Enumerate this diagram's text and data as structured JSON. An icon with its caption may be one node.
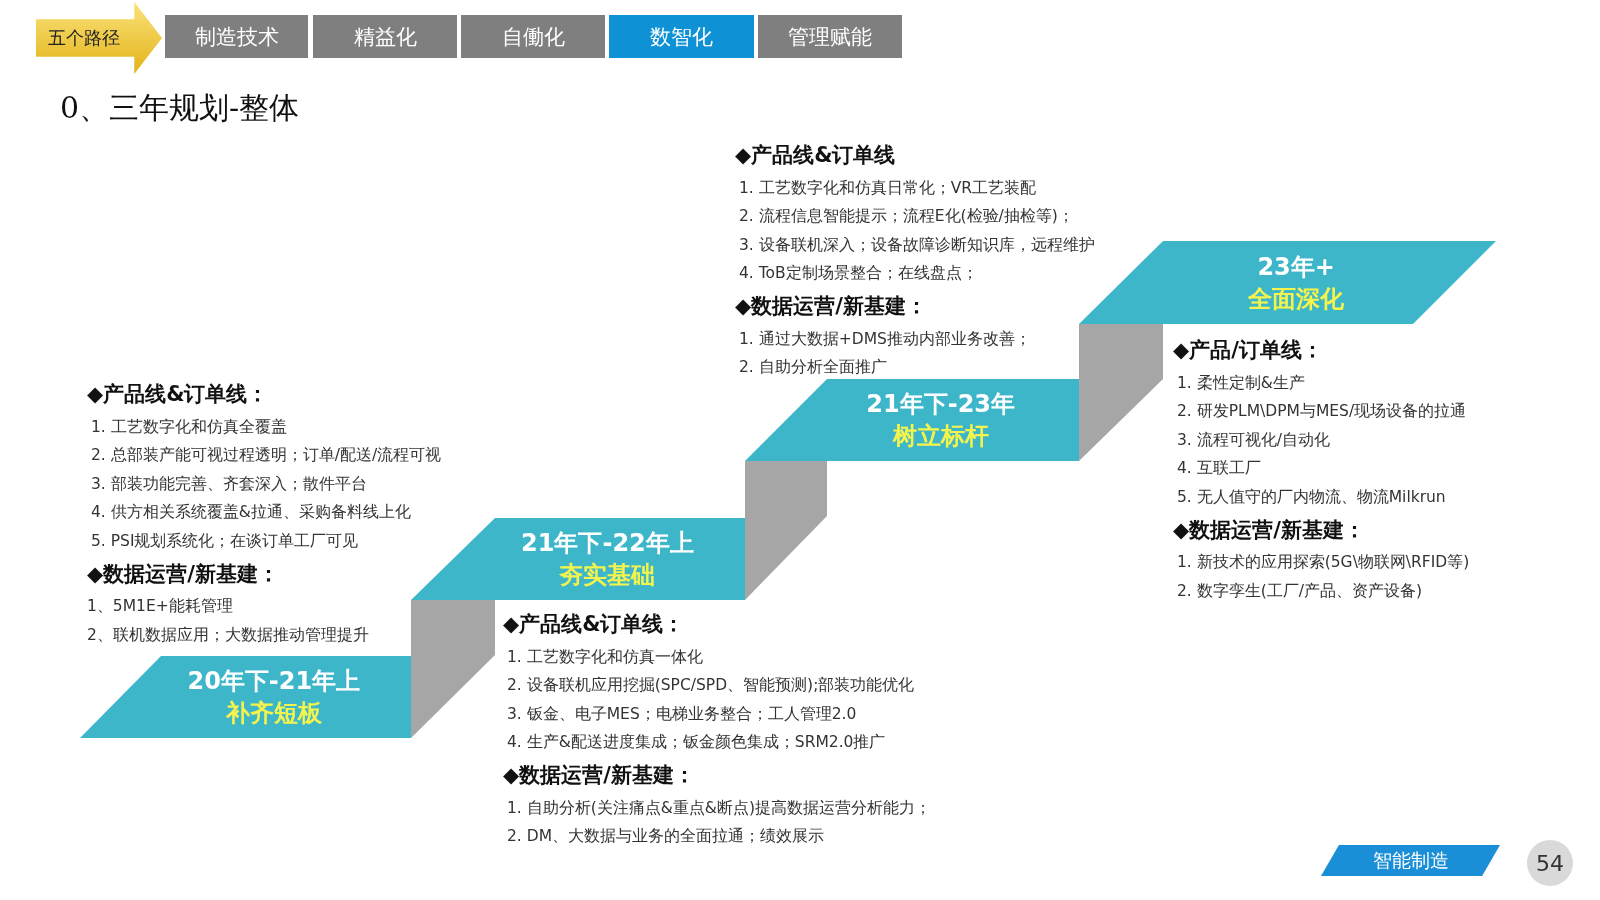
{
  "diagram": {
    "title": "0、三年规划-整体",
    "nodes": [
      {
        "text": [
          "五个路径"
        ]
      },
      {
        "text": [
          "制造技术"
        ]
      },
      {
        "text": [
          "精益化"
        ]
      },
      {
        "text": [
          "自働化"
        ]
      },
      {
        "text": [
          "数智化"
        ]
      },
      {
        "text": [
          "管理赋能"
        ]
      },
      {
        "text": [
          "20年下-21年上",
          "补齐短板"
        ]
      },
      {
        "text": [
          "21年下-22年上",
          "夯实基础"
        ]
      },
      {
        "text": [
          "21年下-23年",
          "树立标杆"
        ]
      },
      {
        "text": [
          "23年+",
          "全面深化"
        ]
      },
      {
        "text": [
          "智能制造"
        ]
      },
      {
        "text": [
          "54"
        ]
      }
    ],
    "labels": [
      "◆产品线&订单线",
      "1. 工艺数字化和仿真日常化；VR工艺装配",
      "2. 流程信息智能提示；流程E化(检验/抽检等)；",
      "3. 设备联机深入；设备故障诊断知识库，远程维护",
      "4. ToB定制场景整合；在线盘点；",
      "◆数据运营/新基建：",
      "1. 通过大数据+DMS推动内部业务改善；",
      "2. 自助分析全面推广",
      "◆产品/订单线：",
      "1. 柔性定制&生产",
      "2. 研发PLM\\DPM与MES/现场设备的拉通",
      "3. 流程可视化/自动化",
      "4. 互联工厂",
      "5. 无人值守的厂内物流、物流Milkrun",
      "◆数据运营/新基建：",
      "1. 新技术的应用探索(5G\\物联网\\RFID等)",
      "2. 数字孪生(工厂/产品、资产设备)",
      "◆产品线&订单线：",
      "1. 工艺数字化和仿真全覆盖",
      "2. 总部装产能可视过程透明；订单/配送/流程可视",
      "3. 部装功能完善、齐套深入；散件平台",
      "4. 供方相关系统覆盖&拉通、采购备料线上化",
      "5. PSI规划系统化；在谈订单工厂可见",
      "◆数据运营/新基建：",
      "1、5M1E+能耗管理",
      "2、联机数据应用；大数据推动管理提升",
      "◆产品线&订单线：",
      "1. 工艺数字化和仿真一体化",
      "2. 设备联机应用挖掘(SPC/SPD、智能预测);部装功能优化",
      "3. 钣金、电子MES；电梯业务整合；工人管理2.0",
      "4. 生产&配送进度集成；钣金颜色集成；SRM2.0推广",
      "◆数据运营/新基建：",
      "1. 自助分析(关注痛点&重点&断点)提高数据运营分析能力；",
      "2. DM、大数据与业务的全面拉通；绩效展示"
    ]
  }
}
